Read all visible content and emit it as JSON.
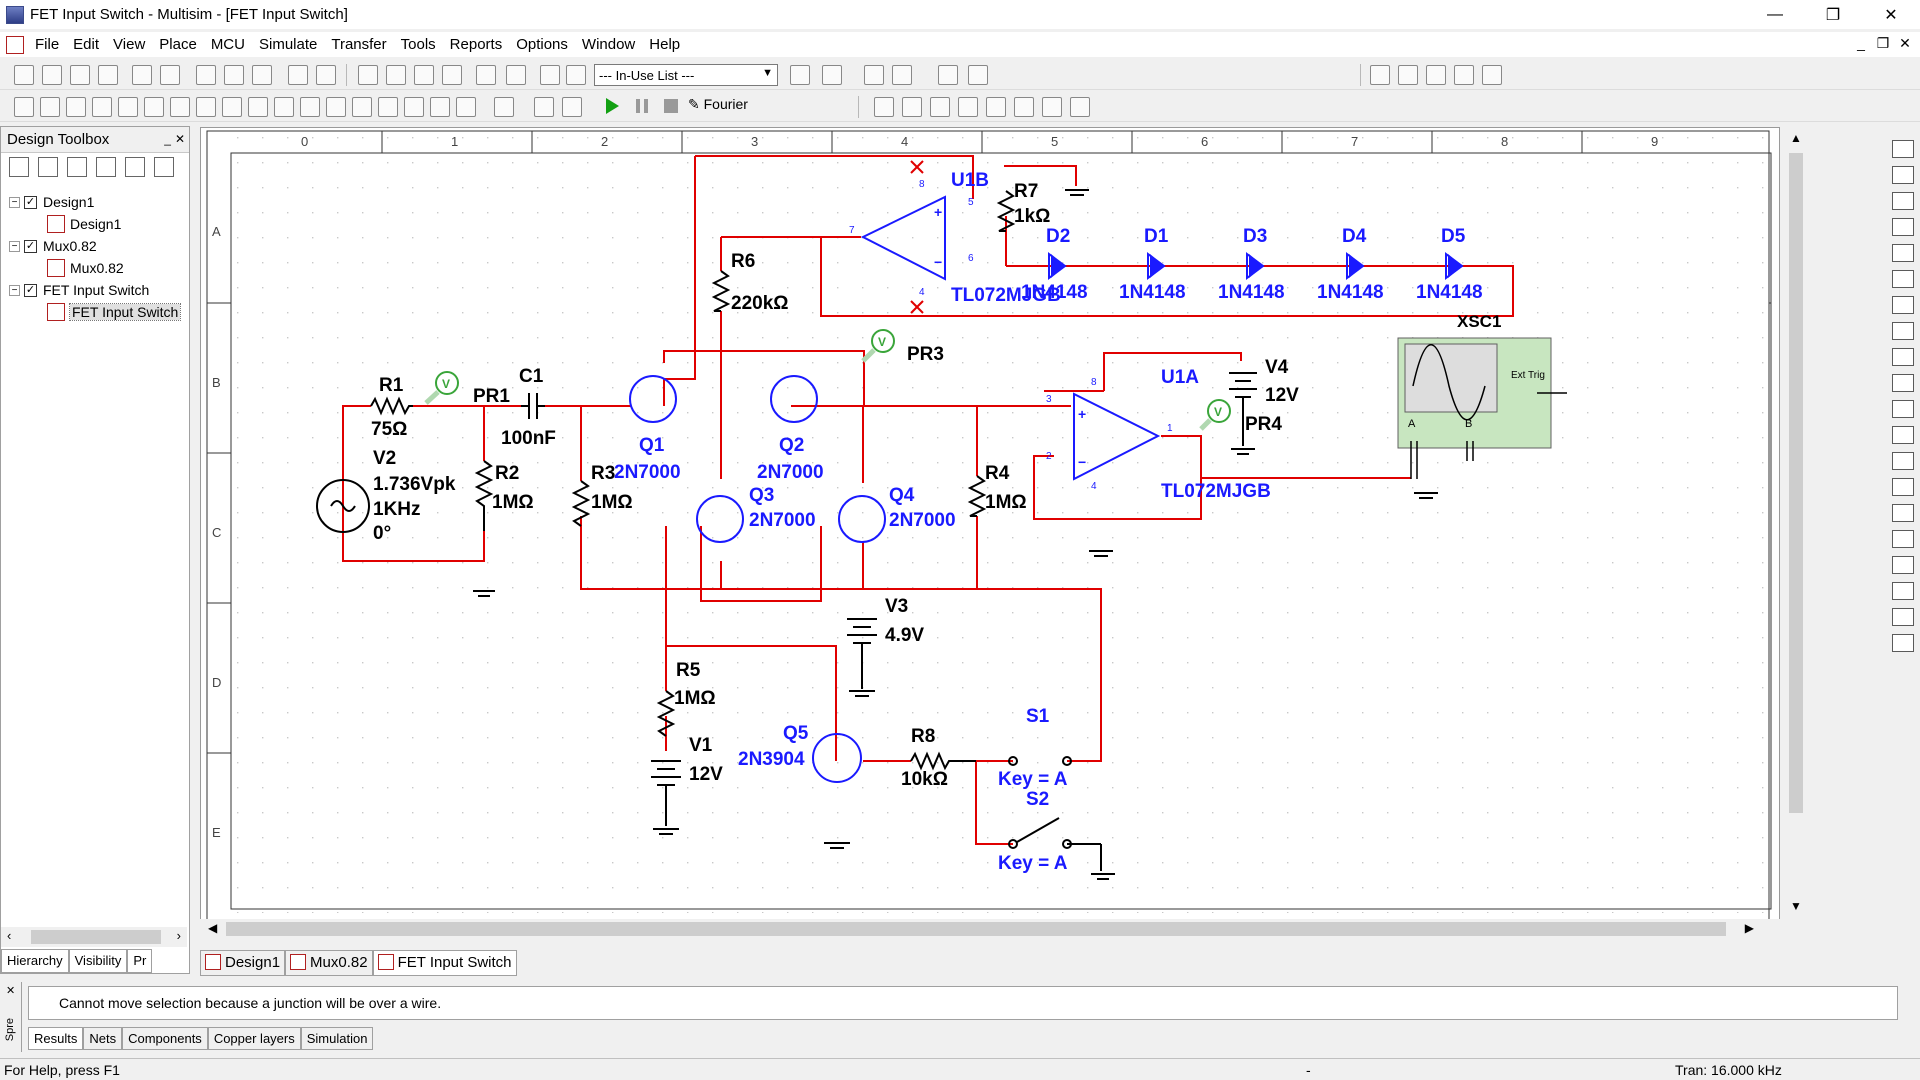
{
  "window": {
    "title": "FET Input Switch - Multisim - [FET Input Switch]",
    "minimize": "—",
    "restore": "❐",
    "close": "✕"
  },
  "menu": [
    "File",
    "Edit",
    "View",
    "Place",
    "MCU",
    "Simulate",
    "Transfer",
    "Tools",
    "Reports",
    "Options",
    "Window",
    "Help"
  ],
  "toolbar": {
    "inuse_list": "--- In-Use List ---",
    "fourier": "Fourier"
  },
  "toolbox": {
    "title": "Design Toolbox",
    "tree": [
      {
        "label": "Design1",
        "level": 0
      },
      {
        "label": "Design1",
        "level": 1
      },
      {
        "label": "Mux0.82",
        "level": 0
      },
      {
        "label": "Mux0.82",
        "level": 1
      },
      {
        "label": "FET Input Switch",
        "level": 0
      },
      {
        "label": "FET Input Switch",
        "level": 1
      }
    ],
    "tabs": [
      "Hierarchy",
      "Visibility",
      "Pr"
    ]
  },
  "ruler": {
    "columns": [
      "0",
      "1",
      "2",
      "3",
      "4",
      "5",
      "6",
      "7",
      "8",
      "9"
    ],
    "rows": [
      "A",
      "B",
      "C",
      "D",
      "E"
    ]
  },
  "schematic": {
    "R1": {
      "ref": "R1",
      "value": "75Ω"
    },
    "R2": {
      "ref": "R2",
      "value": "1MΩ"
    },
    "R3": {
      "ref": "R3",
      "value": "1MΩ"
    },
    "R4": {
      "ref": "R4",
      "value": "1MΩ"
    },
    "R5": {
      "ref": "R5",
      "value": "1MΩ"
    },
    "R6": {
      "ref": "R6",
      "value": "220kΩ"
    },
    "R7": {
      "ref": "R7",
      "value": "1kΩ"
    },
    "R8": {
      "ref": "R8",
      "value": "10kΩ"
    },
    "C1": {
      "ref": "C1",
      "value": "100nF"
    },
    "V1": {
      "ref": "V1",
      "value": "12V"
    },
    "V2": {
      "ref": "V2",
      "line1": "1.736Vpk",
      "line2": "1KHz",
      "line3": "0°"
    },
    "V3": {
      "ref": "V3",
      "value": "4.9V"
    },
    "V4": {
      "ref": "V4",
      "value": "12V"
    },
    "Q1": {
      "ref": "Q1",
      "model": "2N7000"
    },
    "Q2": {
      "ref": "Q2",
      "model": "2N7000"
    },
    "Q3": {
      "ref": "Q3",
      "model": "2N7000"
    },
    "Q4": {
      "ref": "Q4",
      "model": "2N7000"
    },
    "Q5": {
      "ref": "Q5",
      "model": "2N3904"
    },
    "U1A": {
      "ref": "U1A",
      "model": "TL072MJGB"
    },
    "U1B": {
      "ref": "U1B",
      "model": "TL072MJGB"
    },
    "diodes": [
      {
        "ref": "D2",
        "model": "1N4148"
      },
      {
        "ref": "D1",
        "model": "1N4148"
      },
      {
        "ref": "D3",
        "model": "1N4148"
      },
      {
        "ref": "D4",
        "model": "1N4148"
      },
      {
        "ref": "D5",
        "model": "1N4148"
      }
    ],
    "S1": {
      "ref": "S1",
      "key": "Key = A"
    },
    "S2": {
      "ref": "S2",
      "key": "Key = A"
    },
    "probes": {
      "PR1": "PR1",
      "PR3": "PR3",
      "PR4": "PR4",
      "probe_glyph": "V"
    },
    "scope": {
      "ref": "XSC1",
      "ext_trig": "Ext Trig",
      "chA": "A",
      "chB": "B"
    },
    "pins": {
      "u1b_8": "8",
      "u1b_5": "5",
      "u1b_7": "7",
      "u1b_6": "6",
      "u1b_4": "4",
      "u1a_8": "8",
      "u1a_3": "3",
      "u1a_1": "1",
      "u1a_2": "2",
      "u1a_4": "4"
    },
    "colors": {
      "wire": "#e00000",
      "component": "#1a1aff",
      "label": "#000000",
      "grid": "#c8c8c8"
    }
  },
  "sheet_tabs": [
    "Design1",
    "Mux0.82",
    "FET Input Switch"
  ],
  "spreadsheet": {
    "side_label": "Spre",
    "message": "Cannot move selection because a junction will be over a wire.",
    "tabs": [
      "Results",
      "Nets",
      "Components",
      "Copper layers",
      "Simulation"
    ]
  },
  "status": {
    "help": "For Help, press F1",
    "sep": "-",
    "sim": "Tran: 16.000 kHz"
  }
}
